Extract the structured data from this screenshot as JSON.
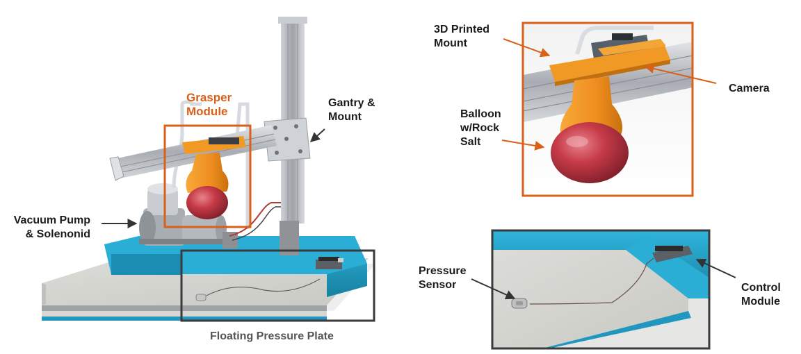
{
  "labels": {
    "grasper_module": "Grasper\nModule",
    "gantry_mount": "Gantry &\nMount",
    "vacuum_pump": "Vacuum Pump\n& Solenonid",
    "floating_plate": "Floating Pressure Plate",
    "printed_mount": "3D Printed\nMount",
    "camera": "Camera",
    "balloon": "Balloon\nw/Rock\nSalt",
    "pressure_sensor": "Pressure\nSensor",
    "control_module": "Control\nModule"
  },
  "colors": {
    "highlight_orange": "#d9601a",
    "highlight_dark": "#3a3a3a",
    "base_blue": "#1f9dc6",
    "grasper_orange": "#f0951f",
    "balloon_red": "#c93a48",
    "rail_gray": "#b8bcc2"
  }
}
